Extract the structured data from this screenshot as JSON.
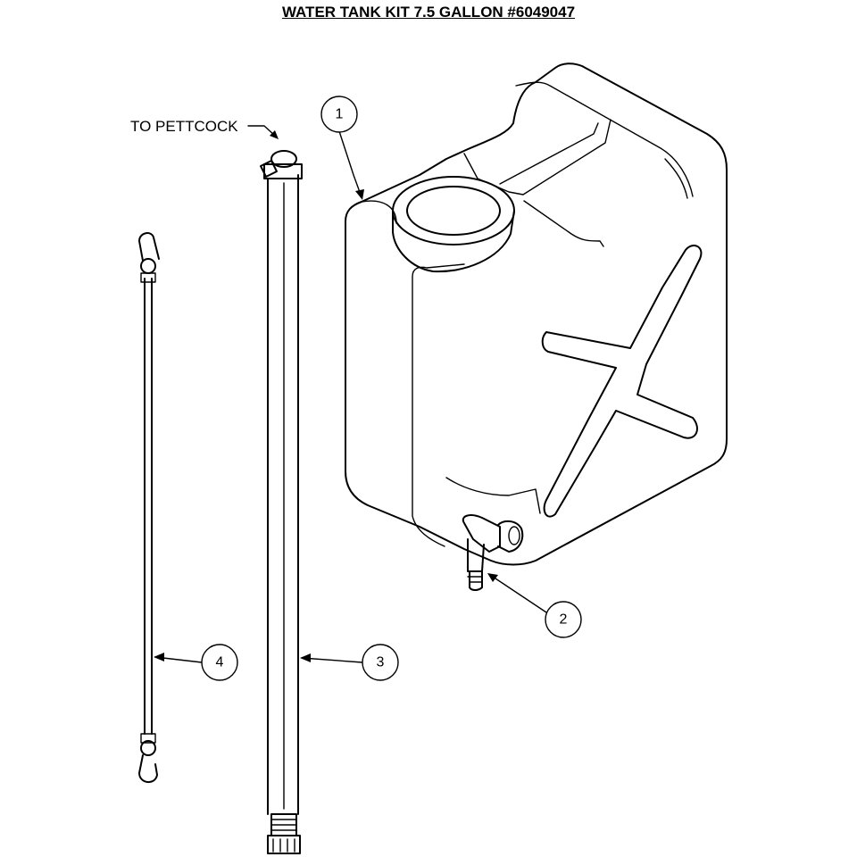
{
  "title": "WATER TANK KIT 7.5 GALLON  #6049047",
  "labels": {
    "pettcock": "TO PETTCOCK"
  },
  "callouts": [
    {
      "number": "1",
      "part": "water-tank"
    },
    {
      "number": "2",
      "part": "spigot"
    },
    {
      "number": "3",
      "part": "tube"
    },
    {
      "number": "4",
      "part": "bungee-cord"
    }
  ]
}
